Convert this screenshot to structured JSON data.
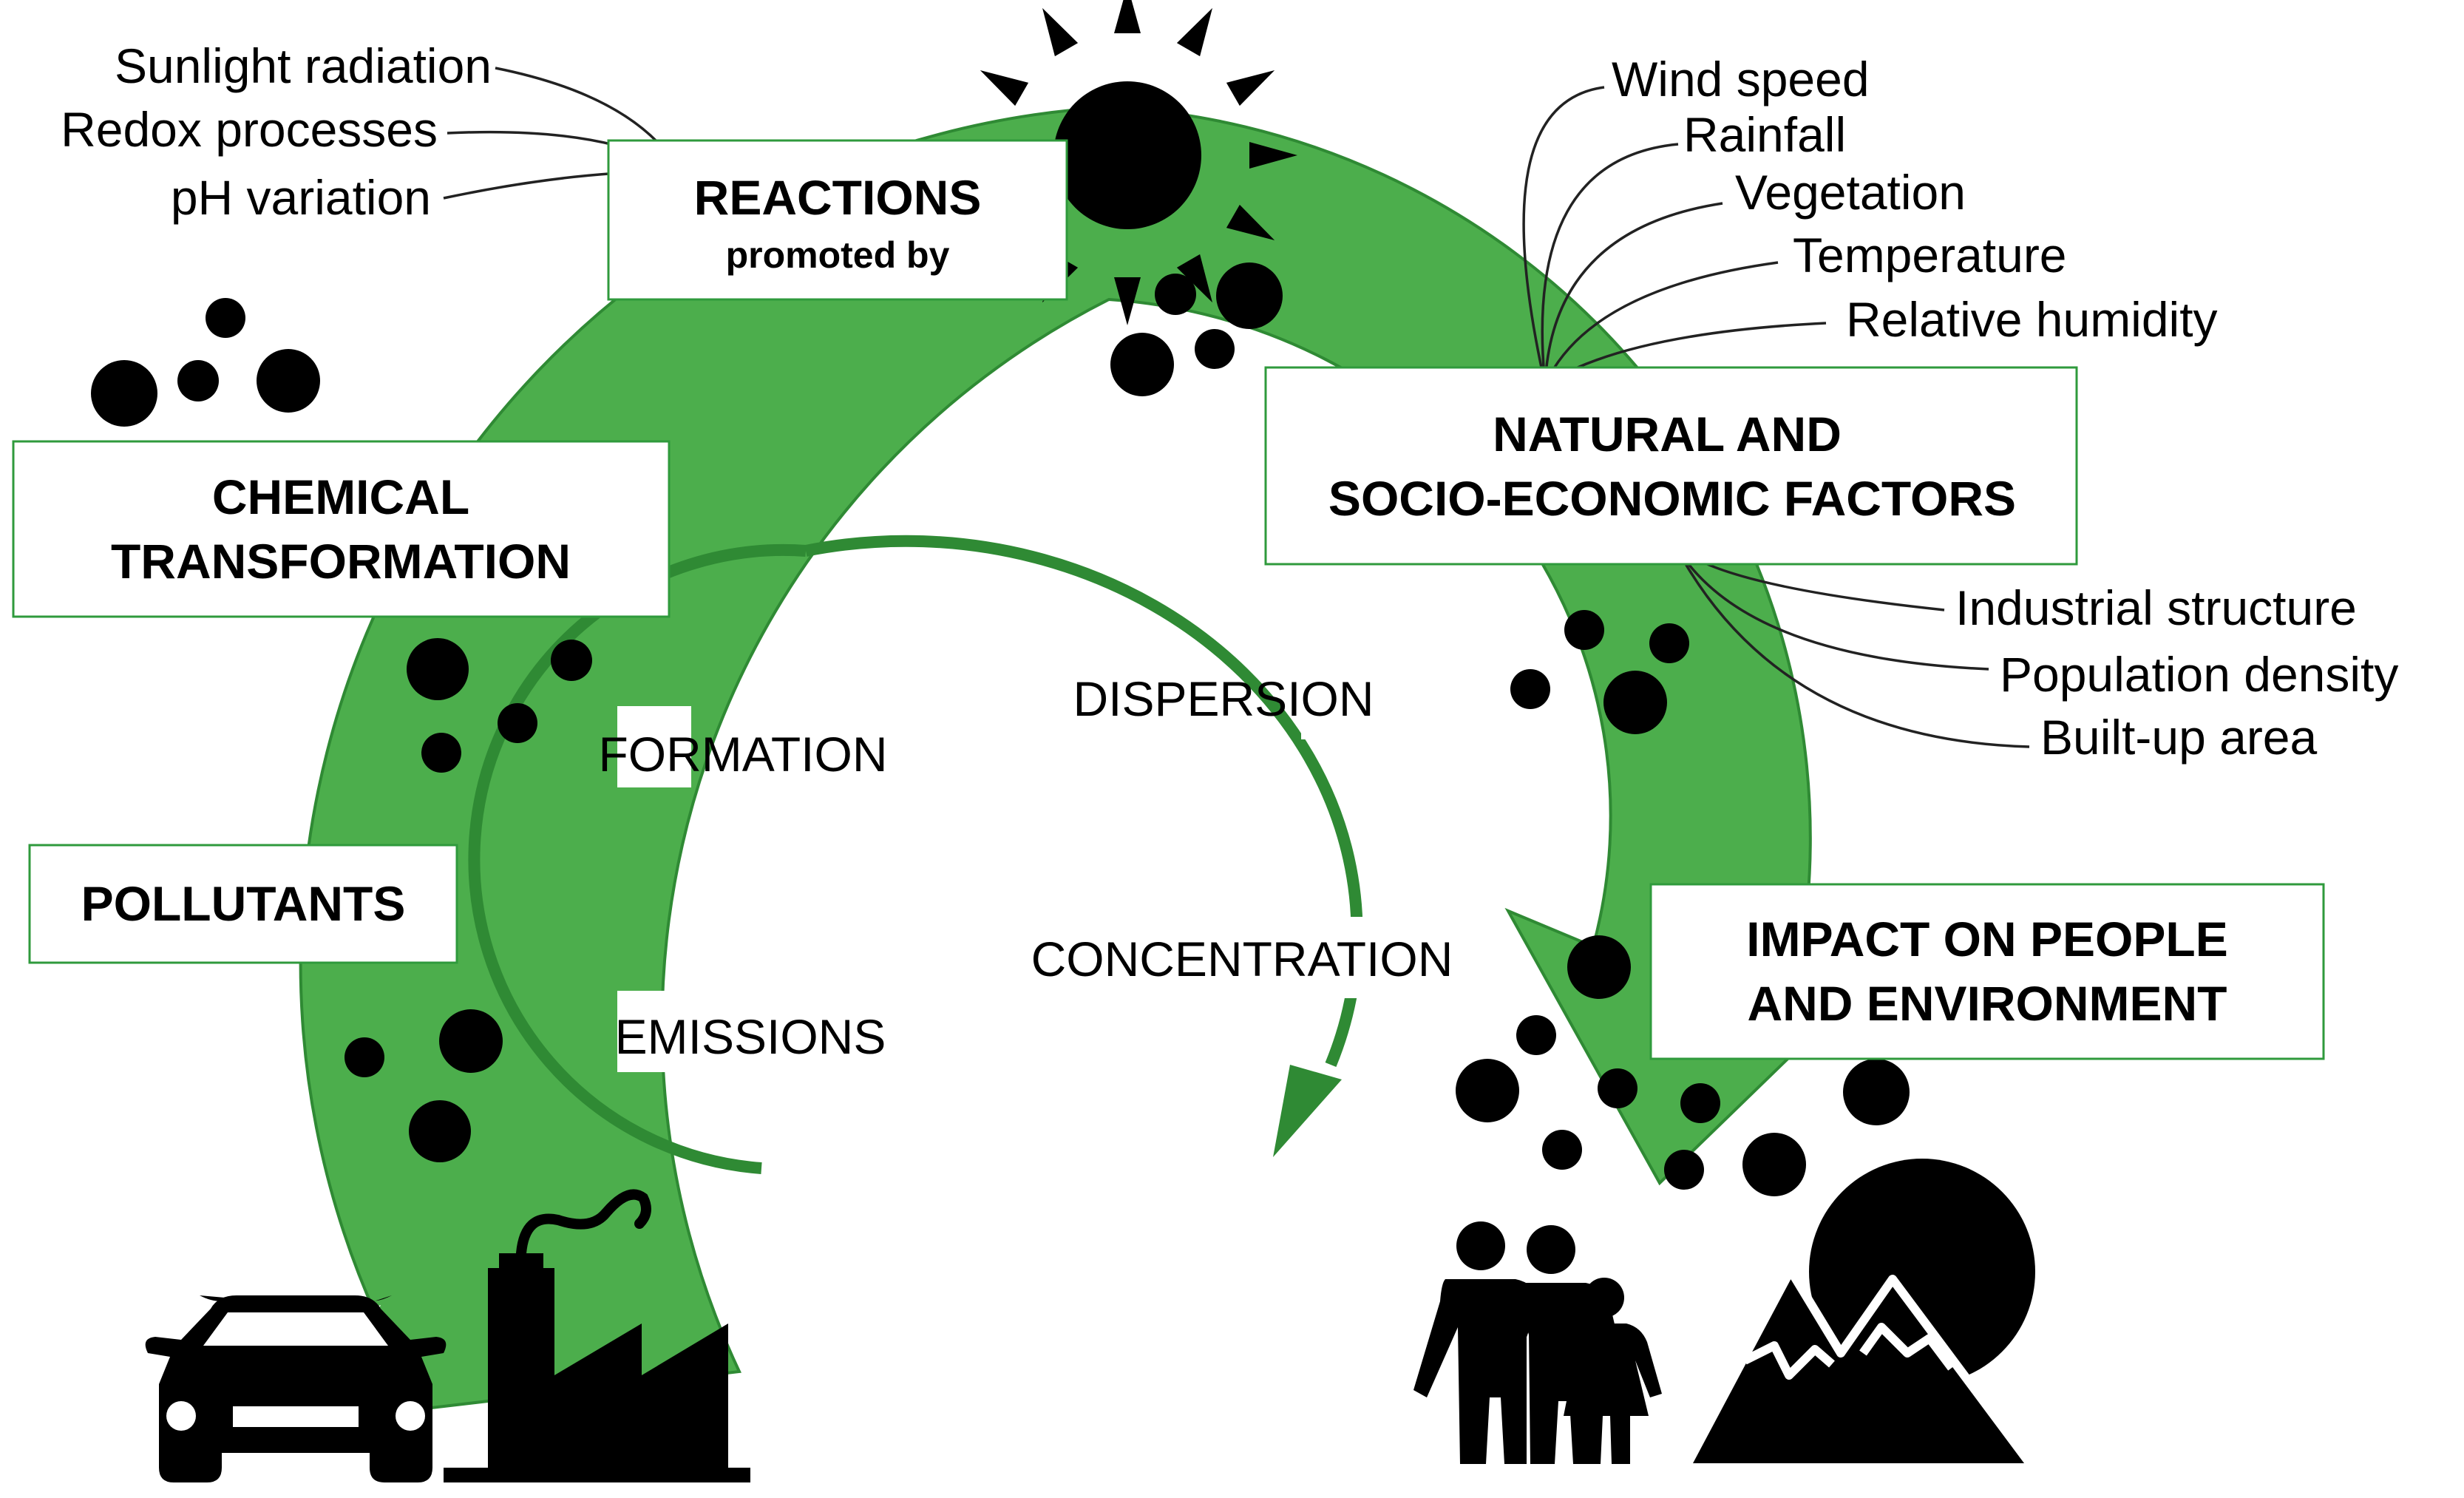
{
  "colors": {
    "arc_fill": "#4cae4c",
    "arc_stroke": "#2f8a34",
    "inner_cycle": "#2f8a34",
    "box_border": "#2f9a3c",
    "particles": "#000000"
  },
  "boxes": {
    "reactions": {
      "title": "REACTIONS",
      "subtitle": "promoted by"
    },
    "chemical_transformation": {
      "line1": "CHEMICAL",
      "line2": "TRANSFORMATION"
    },
    "pollutants": {
      "title": "POLLUTANTS"
    },
    "natural_factors": {
      "line1": "NATURAL AND",
      "line2": "SOCIO-ECONOMIC FACTORS"
    },
    "impact": {
      "line1": "IMPACT ON PEOPLE",
      "line2": "AND ENVIRONMENT"
    }
  },
  "reaction_drivers": [
    "Sunlight radiation",
    "Redox processes",
    "pH variation"
  ],
  "natural_factors": [
    "Wind speed",
    "Rainfall",
    "Vegetation",
    "Temperature",
    "Relative humidity"
  ],
  "socio_economic_factors": [
    "Industrial structure",
    "Population density",
    "Built-up area"
  ],
  "inner_cycle": {
    "formation": "FORMATION",
    "emissions": "EMISSIONS",
    "dispersion": "DISPERSION",
    "concentration": "CONCENTRATION"
  },
  "icons": [
    "sun-icon",
    "car-icon",
    "factory-icon",
    "people-icon",
    "mountain-icon"
  ]
}
